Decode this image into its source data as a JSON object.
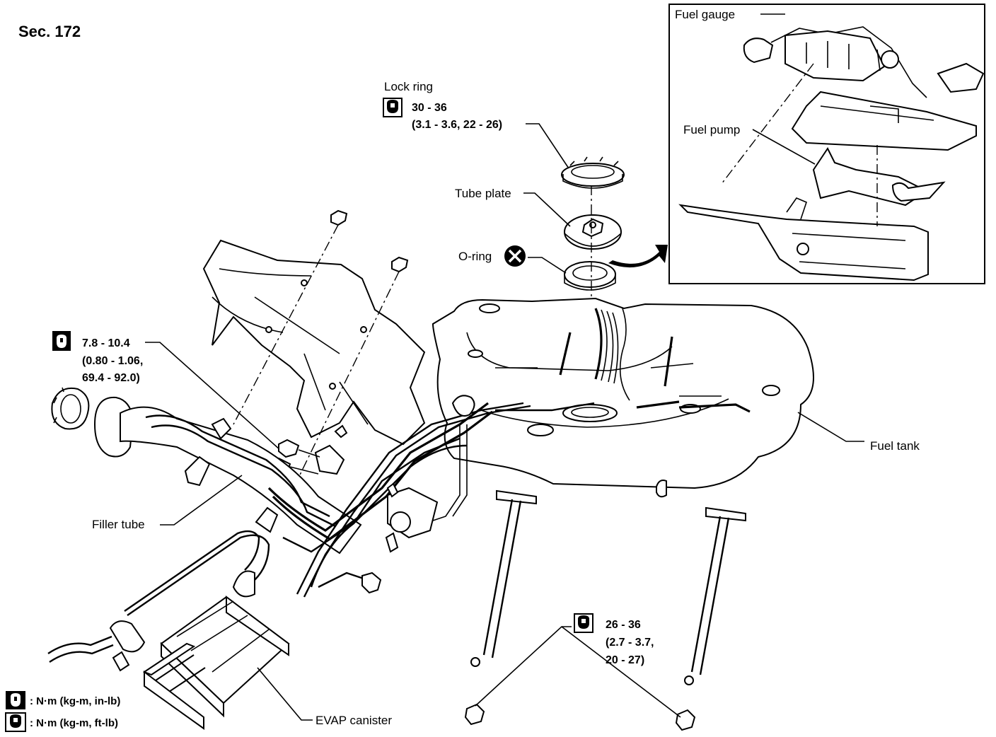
{
  "section": "Sec. 172",
  "callouts": {
    "lock_ring": {
      "name": "Lock ring",
      "torque": "30 - 36",
      "torque_alt": "(3.1 - 3.6, 22 - 26)"
    },
    "tube_plate": "Tube plate",
    "o_ring": "O-ring",
    "fuel_gauge": "Fuel gauge",
    "fuel_pump": "Fuel pump",
    "fuel_tank": "Fuel tank",
    "filler_tube": "Filler tube",
    "evap_canister": "EVAP canister",
    "filler_torque": {
      "line1": "7.8 - 10.4",
      "line2": "(0.80 - 1.06,",
      "line3": "69.4 - 92.0)"
    },
    "strap_torque": {
      "line1": "26 - 36",
      "line2": "(2.7 - 3.7,",
      "line3": "20 - 27)"
    }
  },
  "legend": [
    {
      "icon": "torque-wrench-inlb-icon",
      "text": ": N·m (kg-m, in-lb)"
    },
    {
      "icon": "torque-wrench-ftlb-icon",
      "text": ": N·m (kg-m, ft-lb)"
    }
  ]
}
